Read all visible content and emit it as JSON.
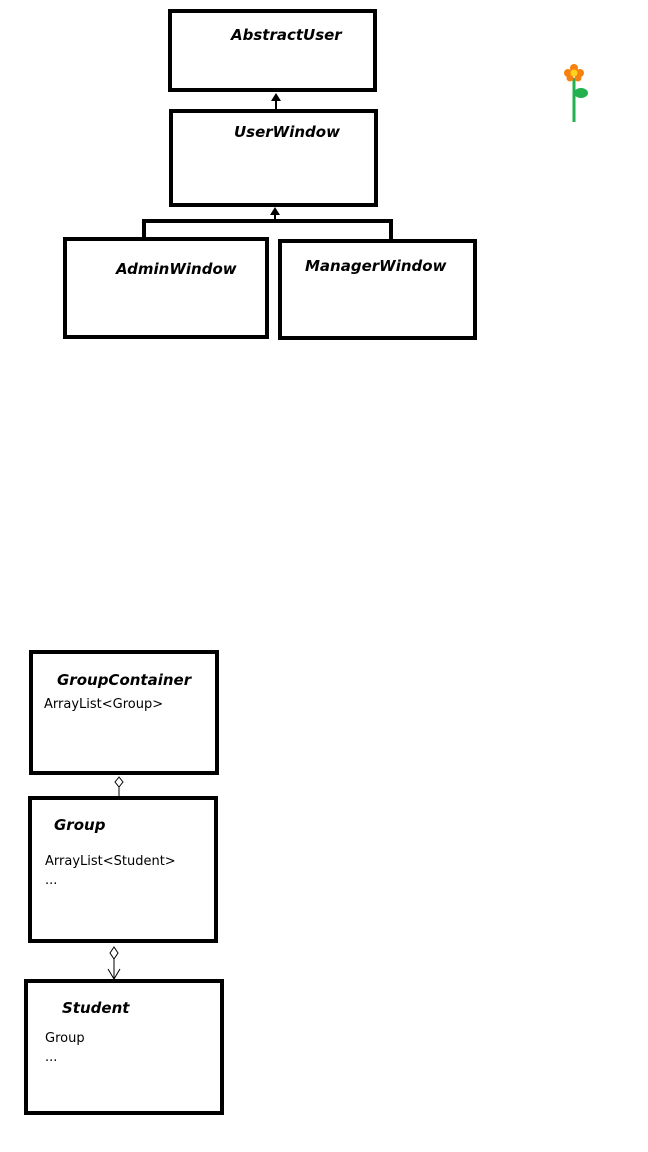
{
  "diagram": {
    "top_hierarchy": {
      "abstract_user": {
        "title": "AbstractUser"
      },
      "user_window": {
        "title": "UserWindow"
      },
      "admin_window": {
        "title": "AdminWindow"
      },
      "manager_window": {
        "title": "ManagerWindow"
      }
    },
    "bottom_model": {
      "group_container": {
        "title": "GroupContainer",
        "fields": [
          "ArrayList<Group>"
        ]
      },
      "group": {
        "title": "Group",
        "fields": [
          "ArrayList<Student>",
          "..."
        ]
      },
      "student": {
        "title": "Student",
        "fields": [
          "Group",
          "..."
        ]
      }
    },
    "colors": {
      "border": "#000000",
      "background": "#ffffff",
      "flower_petal": "#f5820f",
      "flower_center": "#ffd21e",
      "flower_stem": "#22b14c"
    },
    "icons": [
      "flower-icon"
    ]
  }
}
